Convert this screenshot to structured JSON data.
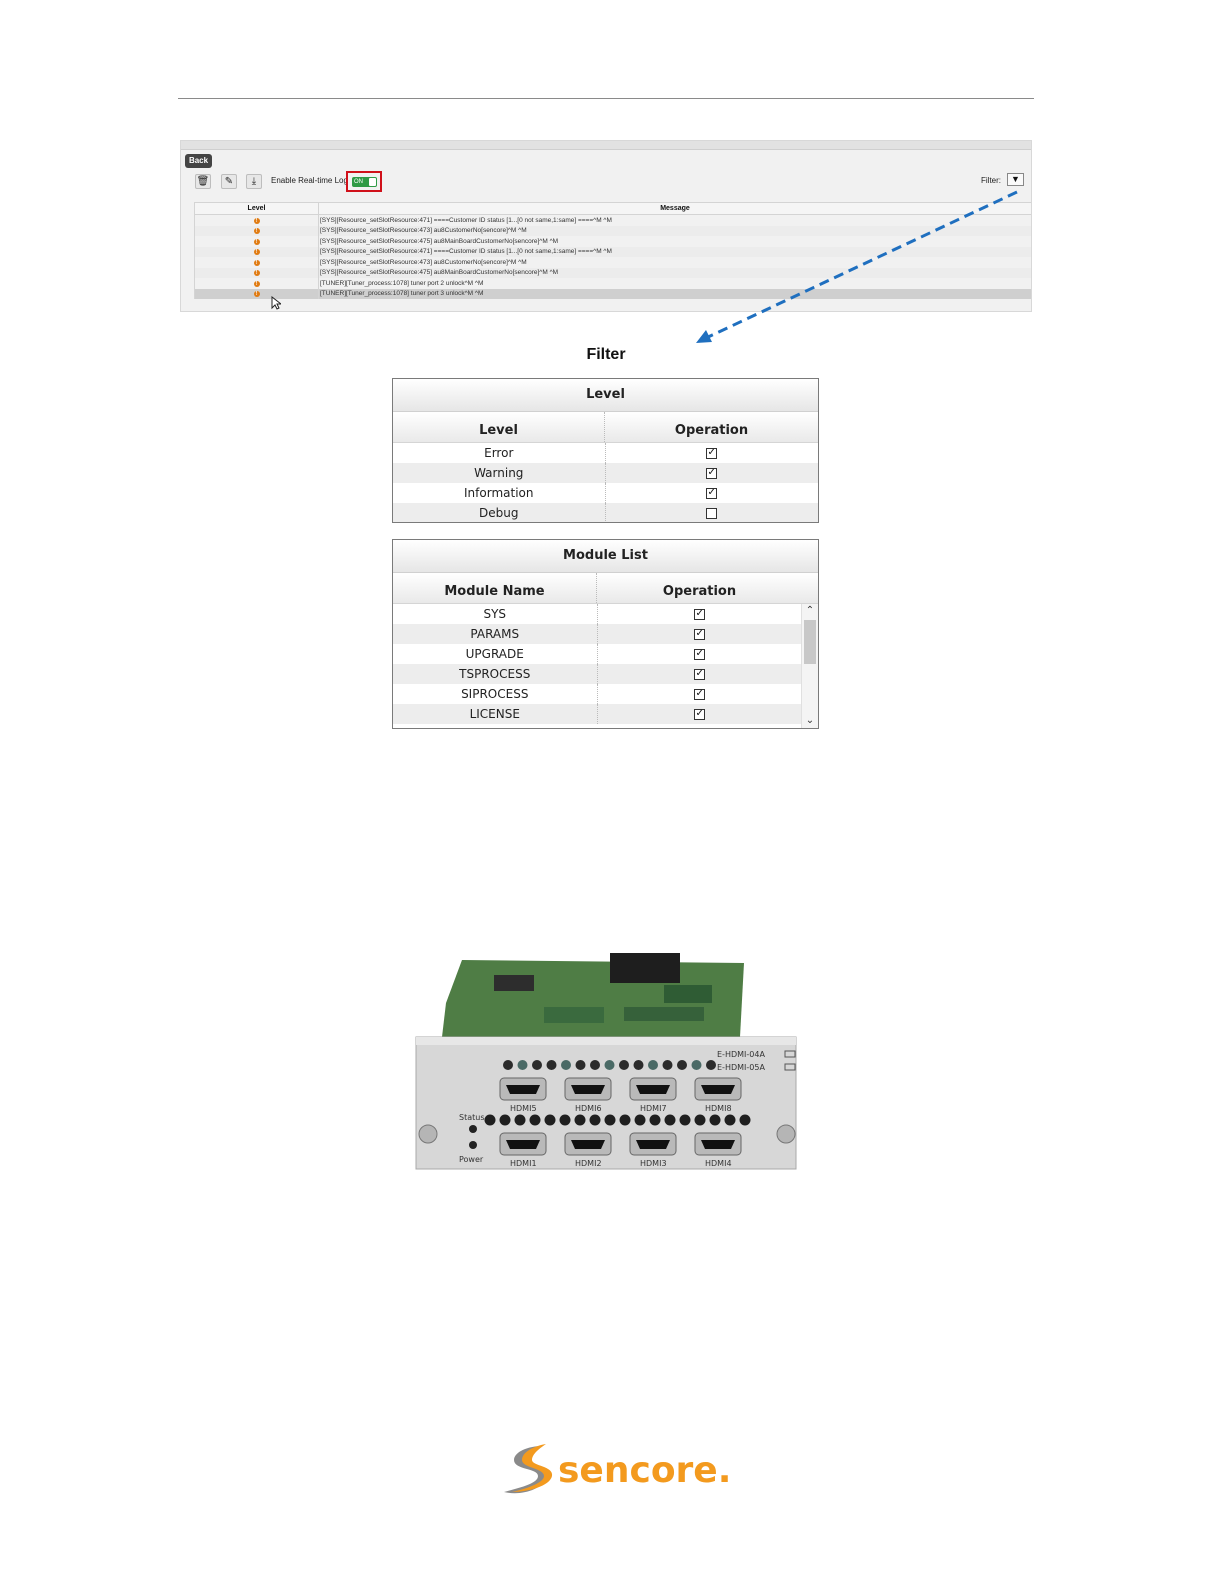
{
  "log_window": {
    "back_label": "Back",
    "toolbar": {
      "delete_icon": "trash-icon",
      "clear_icon": "eraser-icon",
      "download_icon": "download-icon"
    },
    "realtime_label": "Enable Real-time Log",
    "realtime_toggle": "ON",
    "filter_label": "Filter:",
    "columns": [
      "Level",
      "Message"
    ],
    "rows": [
      {
        "level": "warning",
        "message": "[SYS][Resource_setSlotResource:471] ====Customer ID status [1...[0 not same,1:same] ====^M ^M"
      },
      {
        "level": "warning",
        "message": "[SYS][Resource_setSlotResource:473] au8CustomerNo[sencore]^M ^M"
      },
      {
        "level": "warning",
        "message": "[SYS][Resource_setSlotResource:475] au8MainBoardCustomerNo[sencore]^M ^M"
      },
      {
        "level": "warning",
        "message": "[SYS][Resource_setSlotResource:471] ====Customer ID status [1...[0 not same,1:same] ====^M ^M"
      },
      {
        "level": "warning",
        "message": "[SYS][Resource_setSlotResource:473] au8CustomerNo[sencore]^M ^M"
      },
      {
        "level": "warning",
        "message": "[SYS][Resource_setSlotResource:475] au8MainBoardCustomerNo[sencore]^M ^M"
      },
      {
        "level": "warning",
        "message": "[TUNER][Tuner_process:1078] tuner port 2 unlock^M ^M"
      },
      {
        "level": "warning",
        "message": "[TUNER][Tuner_process:1078] tuner port 3 unlock^M ^M"
      }
    ]
  },
  "filter": {
    "title": "Filter",
    "level_panel": {
      "title": "Level",
      "col_name": "Level",
      "col_op": "Operation",
      "rows": [
        {
          "name": "Error",
          "checked": true
        },
        {
          "name": "Warning",
          "checked": true
        },
        {
          "name": "Information",
          "checked": true
        },
        {
          "name": "Debug",
          "checked": false
        }
      ]
    },
    "module_panel": {
      "title": "Module List",
      "col_name": "Module Name",
      "col_op": "Operation",
      "rows": [
        {
          "name": "SYS",
          "checked": true
        },
        {
          "name": "PARAMS",
          "checked": true
        },
        {
          "name": "UPGRADE",
          "checked": true
        },
        {
          "name": "TSPROCESS",
          "checked": true
        },
        {
          "name": "SIPROCESS",
          "checked": true
        },
        {
          "name": "LICENSE",
          "checked": true
        }
      ]
    }
  },
  "card": {
    "model_a": "E-HDMI-04A",
    "model_b": "E-HDMI-05A",
    "status_label": "Status",
    "power_label": "Power",
    "ports_top": [
      "HDMI5",
      "HDMI6",
      "HDMI7",
      "HDMI8"
    ],
    "ports_bottom": [
      "HDMI1",
      "HDMI2",
      "HDMI3",
      "HDMI4"
    ]
  },
  "logo": {
    "text": "sencore.",
    "brand_color": "#f39a1e"
  }
}
